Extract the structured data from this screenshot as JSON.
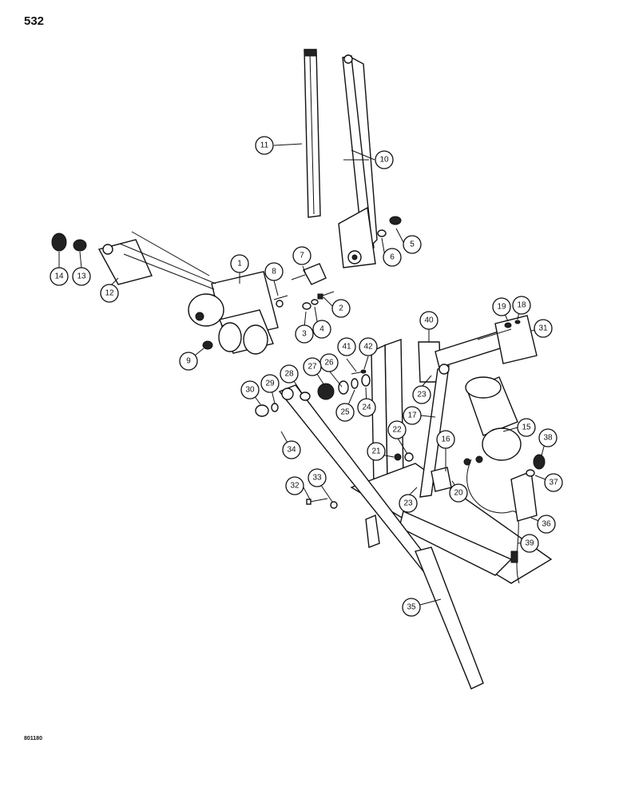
{
  "page": {
    "number": "532",
    "figure_code": "801180"
  },
  "callouts": [
    "1",
    "2",
    "3",
    "4",
    "5",
    "6",
    "7",
    "8",
    "9",
    "10",
    "11",
    "12",
    "13",
    "14",
    "15",
    "16",
    "17",
    "18",
    "19",
    "20",
    "21",
    "22",
    "23",
    "23",
    "24",
    "25",
    "26",
    "27",
    "28",
    "29",
    "30",
    "31",
    "32",
    "33",
    "34",
    "35",
    "36",
    "37",
    "38",
    "39",
    "40",
    "41",
    "42"
  ]
}
